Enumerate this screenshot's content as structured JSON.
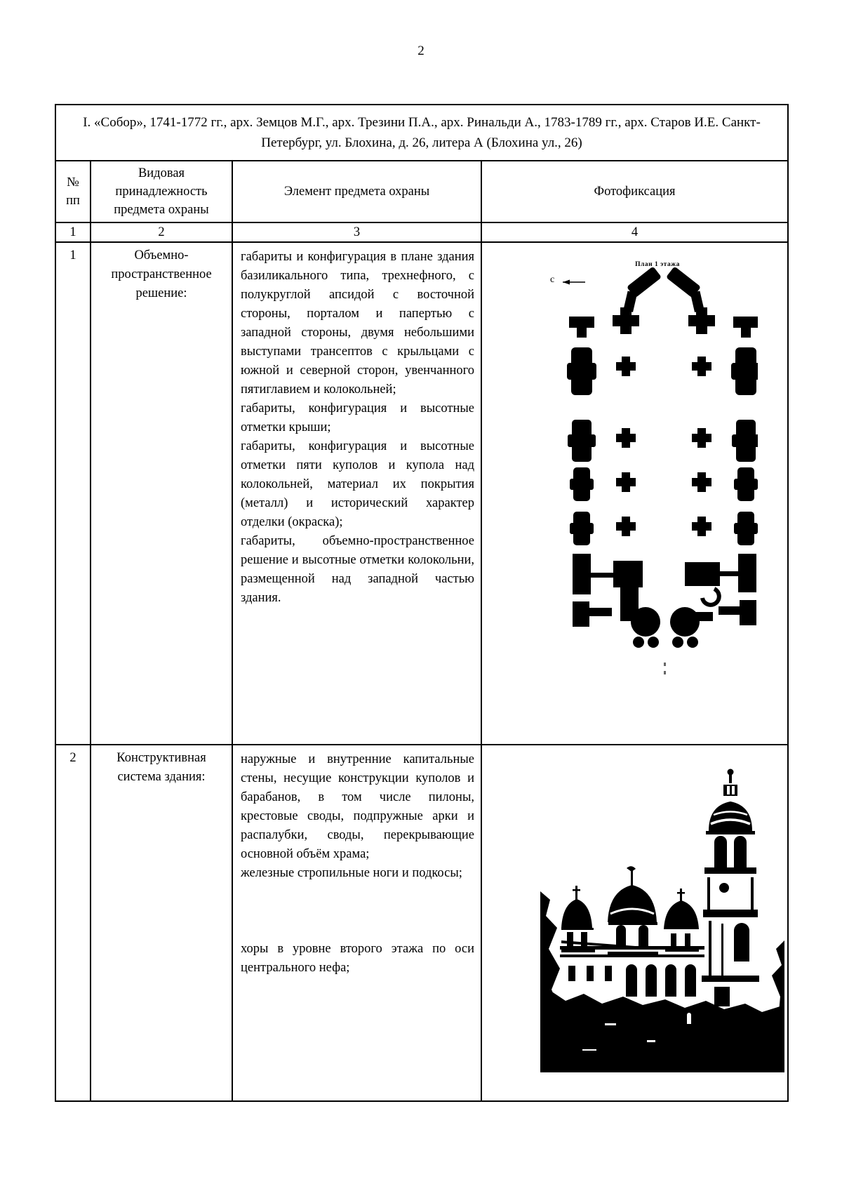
{
  "page_number": "2",
  "table": {
    "title": "I. «Собор», 1741-1772 гг., арх. Земцов М.Г., арх. Трезини П.А., арх. Ринальди А., 1783-1789 гг., арх. Старов И.Е. Санкт-Петербург, ул. Блохина, д. 26, литера А (Блохина ул., 26)",
    "columns": [
      {
        "number": "1",
        "header": "№ пп"
      },
      {
        "number": "2",
        "header": "Видовая принадлежность предмета охраны"
      },
      {
        "number": "3",
        "header": "Элемент предмета охраны"
      },
      {
        "number": "4",
        "header": "Фотофиксация"
      }
    ],
    "rows": [
      {
        "num": "1",
        "category": "Объемно-пространственное решение:",
        "elements": [
          "габариты и конфигурация в плане здания базиликального типа, трехнефного, с полукруглой апсидой с восточной стороны, порталом и папертью с западной стороны, двумя небольшими выступами трансептов с крыльцами с южной и северной сторон, увенчанного пятиглавием и колокольней;",
          "габариты, конфигурация и высотные отметки крыши;",
          "габариты, конфигурация и высотные отметки пяти куполов и купола над колокольней, материал их покрытия (металл) и исторический характер отделки (окраска);",
          "габариты, объемно-пространственное решение и высотные отметки колокольни, размещенной над западной частью здания."
        ],
        "photo": {
          "type": "floor-plan",
          "label": "План 1 этажа",
          "compass": "с"
        }
      },
      {
        "num": "2",
        "category": "Конструктивная система здания:",
        "elements": [
          "наружные и внутренние капитальные стены, несущие конструкции куполов и барабанов, в том числе пилоны, крестовые своды, подпружные арки и распалубки, своды, перекрывающие основной объём храма;",
          "железные стропильные ноги и подкосы;",
          "хоры в уровне второго этажа по оси центрального нефа;"
        ],
        "photo": {
          "type": "cathedral-photo"
        }
      }
    ]
  }
}
